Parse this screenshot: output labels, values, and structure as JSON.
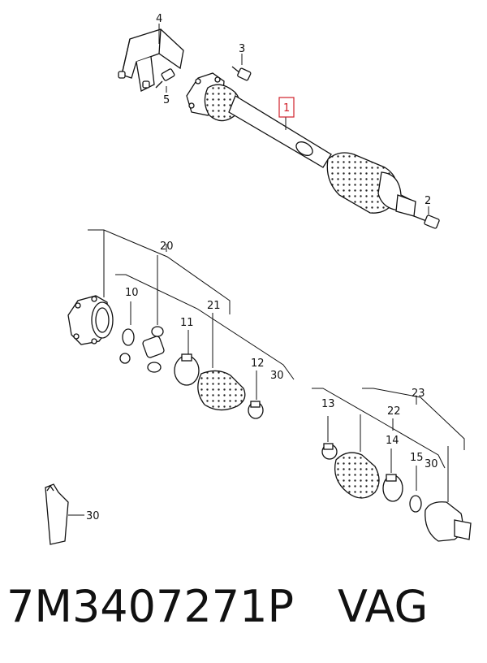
{
  "diagram": {
    "callouts": {
      "c1": "1",
      "c2": "2",
      "c3": "3",
      "c4": "4",
      "c5": "5",
      "c10": "10",
      "c11": "11",
      "c12": "12",
      "c13": "13",
      "c14": "14",
      "c15": "15",
      "c20": "20",
      "c21": "21",
      "c22": "22",
      "c23": "23",
      "c30a": "30",
      "c30b": "30",
      "c30c": "30"
    },
    "highlight_color": "#d0202a"
  },
  "footer": {
    "part_number": "7M3407271P",
    "brand": "VAG"
  }
}
